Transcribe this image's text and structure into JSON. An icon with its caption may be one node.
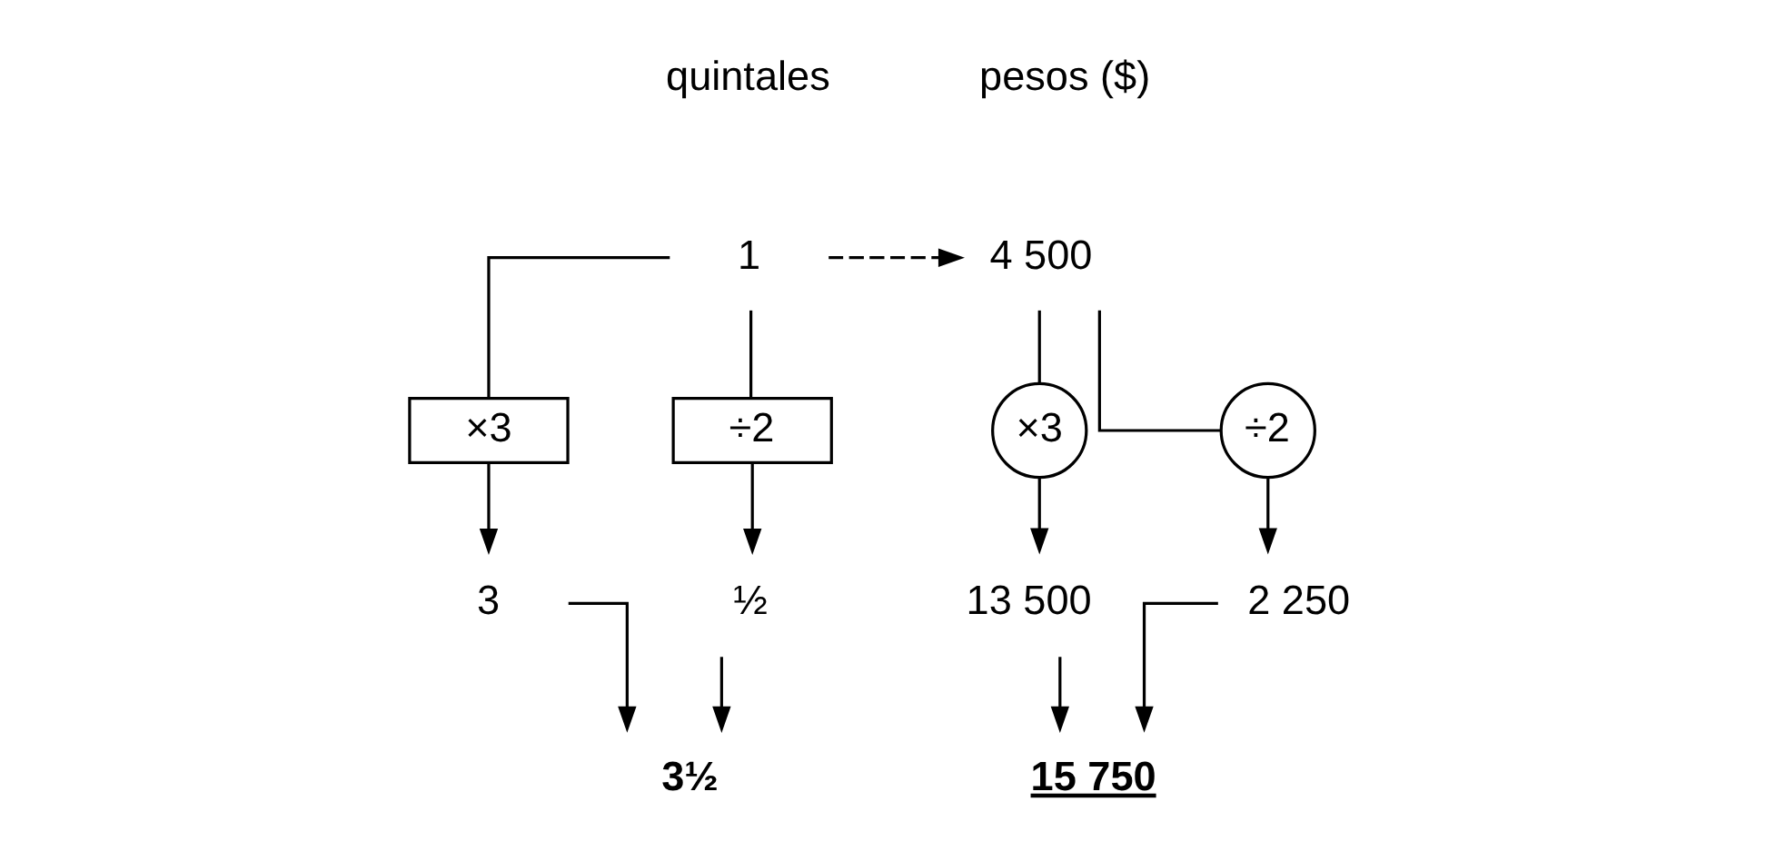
{
  "diagram": {
    "nodes": [
      {
        "text": [
          "1"
        ]
      },
      {
        "text": [
          "×3"
        ]
      },
      {
        "text": [
          "3"
        ]
      },
      {
        "text": [
          "÷2"
        ]
      },
      {
        "text": [
          "½"
        ]
      },
      {
        "text": [
          "3½"
        ]
      },
      {
        "text": [
          "4 500"
        ]
      },
      {
        "text": [
          "×3"
        ]
      },
      {
        "text": [
          "13 500"
        ]
      },
      {
        "text": [
          "÷2"
        ]
      },
      {
        "text": [
          "2 250"
        ]
      },
      {
        "text": [
          "15 750"
        ]
      }
    ],
    "edges": [
      {
        "from": 0,
        "to": 6,
        "arrow": "to",
        "style": "dashed"
      },
      {
        "from": 0,
        "to": 1,
        "arrow": "none"
      },
      {
        "from": 1,
        "to": 2,
        "arrow": "to"
      },
      {
        "from": 0,
        "to": 3,
        "arrow": "none"
      },
      {
        "from": 3,
        "to": 4,
        "arrow": "to"
      },
      {
        "from": 2,
        "to": 5,
        "arrow": "to"
      },
      {
        "from": 4,
        "to": 5,
        "arrow": "to"
      },
      {
        "from": 6,
        "to": 7,
        "arrow": "none"
      },
      {
        "from": 7,
        "to": 8,
        "arrow": "to"
      },
      {
        "from": 6,
        "to": 9,
        "arrow": "none"
      },
      {
        "from": 9,
        "to": 10,
        "arrow": "to"
      },
      {
        "from": 8,
        "to": 11,
        "arrow": "to"
      },
      {
        "from": 10,
        "to": 11,
        "arrow": "to"
      }
    ],
    "labels": [
      "quintales",
      "pesos ($)"
    ]
  }
}
